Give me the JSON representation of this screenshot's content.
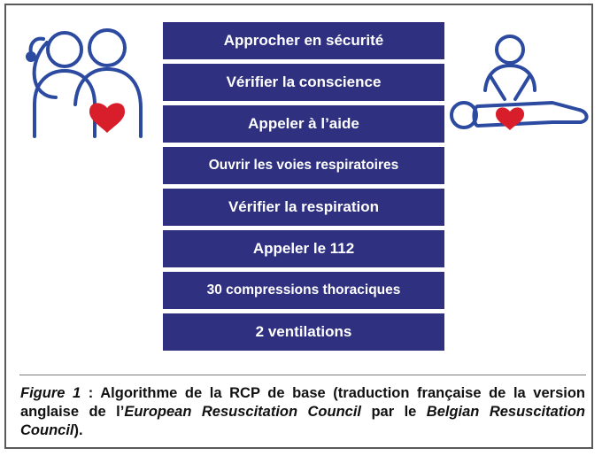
{
  "steps": [
    "Approcher en sécurité",
    "Vérifier la conscience",
    "Appeler à l’aide",
    "Ouvrir les voies respiratoires",
    "Vérifier la respiration",
    "Appeler le 112",
    "30 compressions thoraciques",
    "2 ventilations"
  ],
  "caption": {
    "figure_label": "Figure 1",
    "text_1": " : Algorithme de la RCP de base (traduction française de la version anglaise de l’",
    "erc": "European Resuscitation Council",
    "text_2": " par le ",
    "brc": "Belgian Resuscitation Council",
    "text_3": ")."
  },
  "colors": {
    "box": "#2f3180",
    "icon_line": "#2b4aa0",
    "heart": "#d81e2a"
  },
  "icons": {
    "left": "rescuer-with-stethoscope-icon",
    "right": "cpr-compression-icon"
  }
}
